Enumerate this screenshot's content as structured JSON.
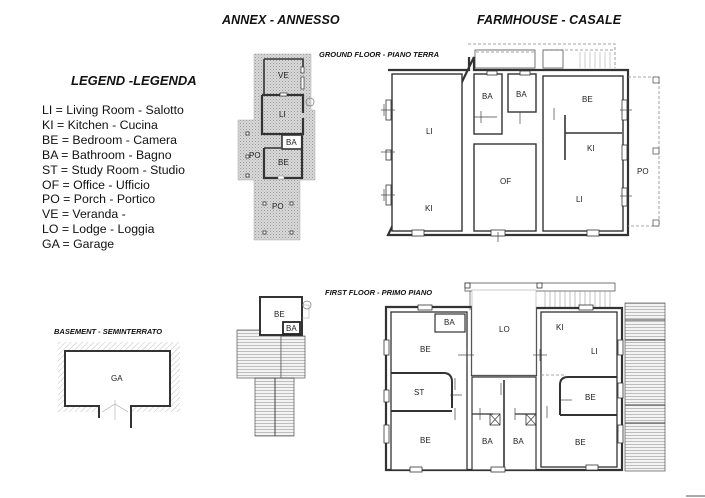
{
  "titles": {
    "annex": "ANNEX - ANNESSO",
    "farmhouse": "FARMHOUSE - CASALE",
    "legend": "LEGEND -LEGENDA"
  },
  "floors": {
    "ground": "GROUND FLOOR - PIANO TERRA",
    "first": "FIRST FLOOR - PRIMO PIANO",
    "basement": "BASEMENT - SEMINTERRATO"
  },
  "legend": {
    "items": [
      "LI = Living Room - Salotto",
      "KI = Kitchen  - Cucina",
      "BE = Bedroom - Camera",
      "BA = Bathroom - Bagno",
      "ST = Study Room - Studio",
      "OF = Office - Ufficio",
      "PO = Porch - Portico",
      "VE = Veranda -",
      "LO = Lodge - Loggia",
      "GA = Garage"
    ]
  },
  "rooms": {
    "annex_ground": {
      "ve": "VE",
      "li": "LI",
      "ba": "BA",
      "be": "BE",
      "po1": "PO",
      "po2": "PO"
    },
    "annex_first": {
      "be": "BE",
      "ba": "BA"
    },
    "basement": {
      "ga": "GA"
    },
    "farm_ground": {
      "li": "LI",
      "ki_left": "KI",
      "ba1": "BA",
      "ba2": "BA",
      "of": "OF",
      "be": "BE",
      "ki_right": "KI",
      "li_right": "LI",
      "po": "PO"
    },
    "farm_first": {
      "ba_top": "BA",
      "be1": "BE",
      "lo": "LO",
      "st": "ST",
      "be2": "BE",
      "ba1": "BA",
      "ba2": "BA",
      "ki": "KI",
      "li": "LI",
      "be3": "BE",
      "be4": "BE"
    }
  },
  "colors": {
    "wall": "#333333",
    "hatch": "#9a9a9a",
    "dashed": "#888888",
    "text": "#111111"
  }
}
